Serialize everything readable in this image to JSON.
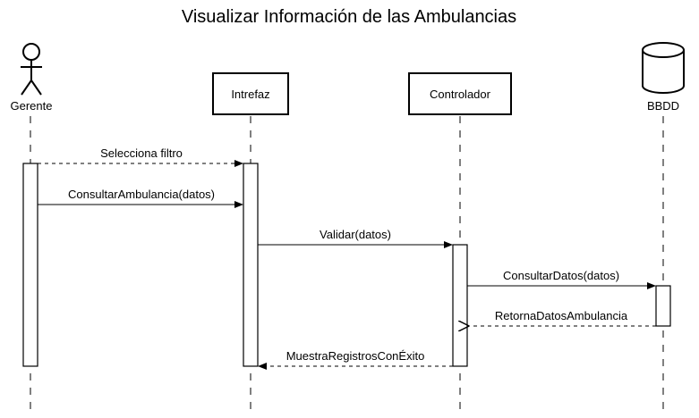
{
  "title": "Visualizar Información de las Ambulancias",
  "participants": {
    "actor": {
      "label": "Gerente"
    },
    "interfaz": {
      "label": "Intrefaz"
    },
    "controlador": {
      "label": "Controlador"
    },
    "bbdd": {
      "label": "BBDD"
    }
  },
  "messages": [
    {
      "label": "Selecciona filtro",
      "from": "Gerente",
      "to": "Intrefaz",
      "style": "dashed"
    },
    {
      "label": "ConsultarAmbulancia(datos)",
      "from": "Gerente",
      "to": "Intrefaz",
      "style": "solid"
    },
    {
      "label": "Validar(datos)",
      "from": "Intrefaz",
      "to": "Controlador",
      "style": "solid"
    },
    {
      "label": "ConsultarDatos(datos)",
      "from": "Controlador",
      "to": "BBDD",
      "style": "solid"
    },
    {
      "label": "RetornaDatosAmbulancia",
      "from": "BBDD",
      "to": "Controlador",
      "style": "dashed-return"
    },
    {
      "label": "MuestraRegistrosConÉxito",
      "from": "Controlador",
      "to": "Intrefaz",
      "style": "dashed"
    }
  ]
}
